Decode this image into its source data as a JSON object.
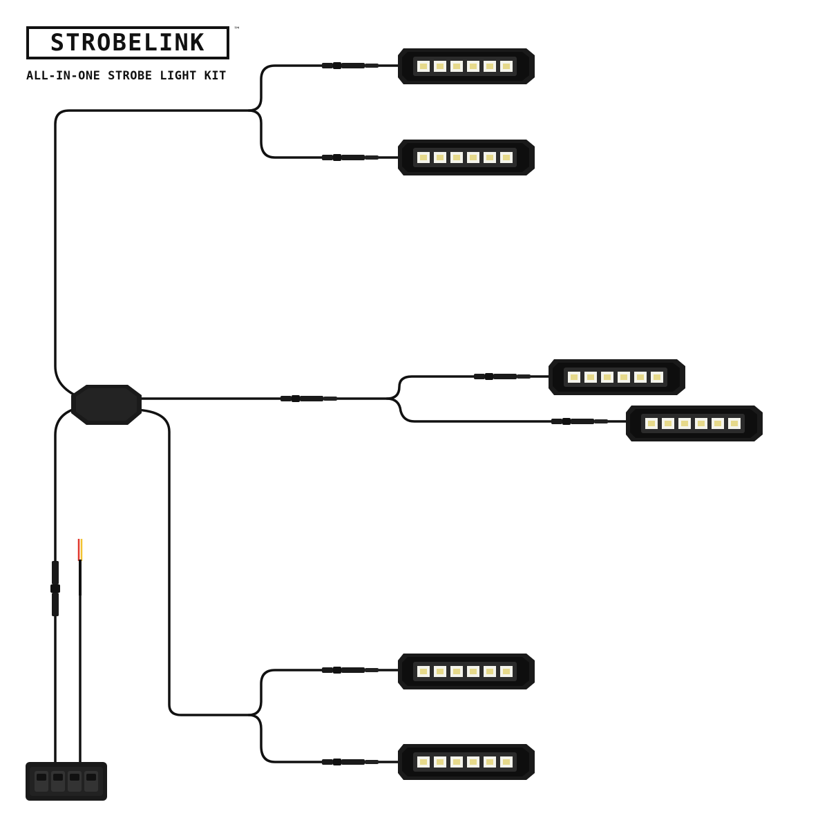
{
  "brand": {
    "logo": "STROBELINK",
    "trademark": "™",
    "subtitle": "ALL-IN-ONE STROBE LIGHT KIT"
  },
  "colors": {
    "cable": "#111111",
    "housing": "#1a1a1a",
    "lens": "#2b2b2b",
    "led": "#f4f4ec",
    "led_core": "#e6d98a",
    "wire_red": "#e0372c",
    "wire_yellow": "#f2c230",
    "background": "#ffffff"
  },
  "components": {
    "strobe_lights": 6,
    "leds_per_light": 6,
    "controller": "control-module",
    "switch_panel": "4-switch-panel"
  }
}
